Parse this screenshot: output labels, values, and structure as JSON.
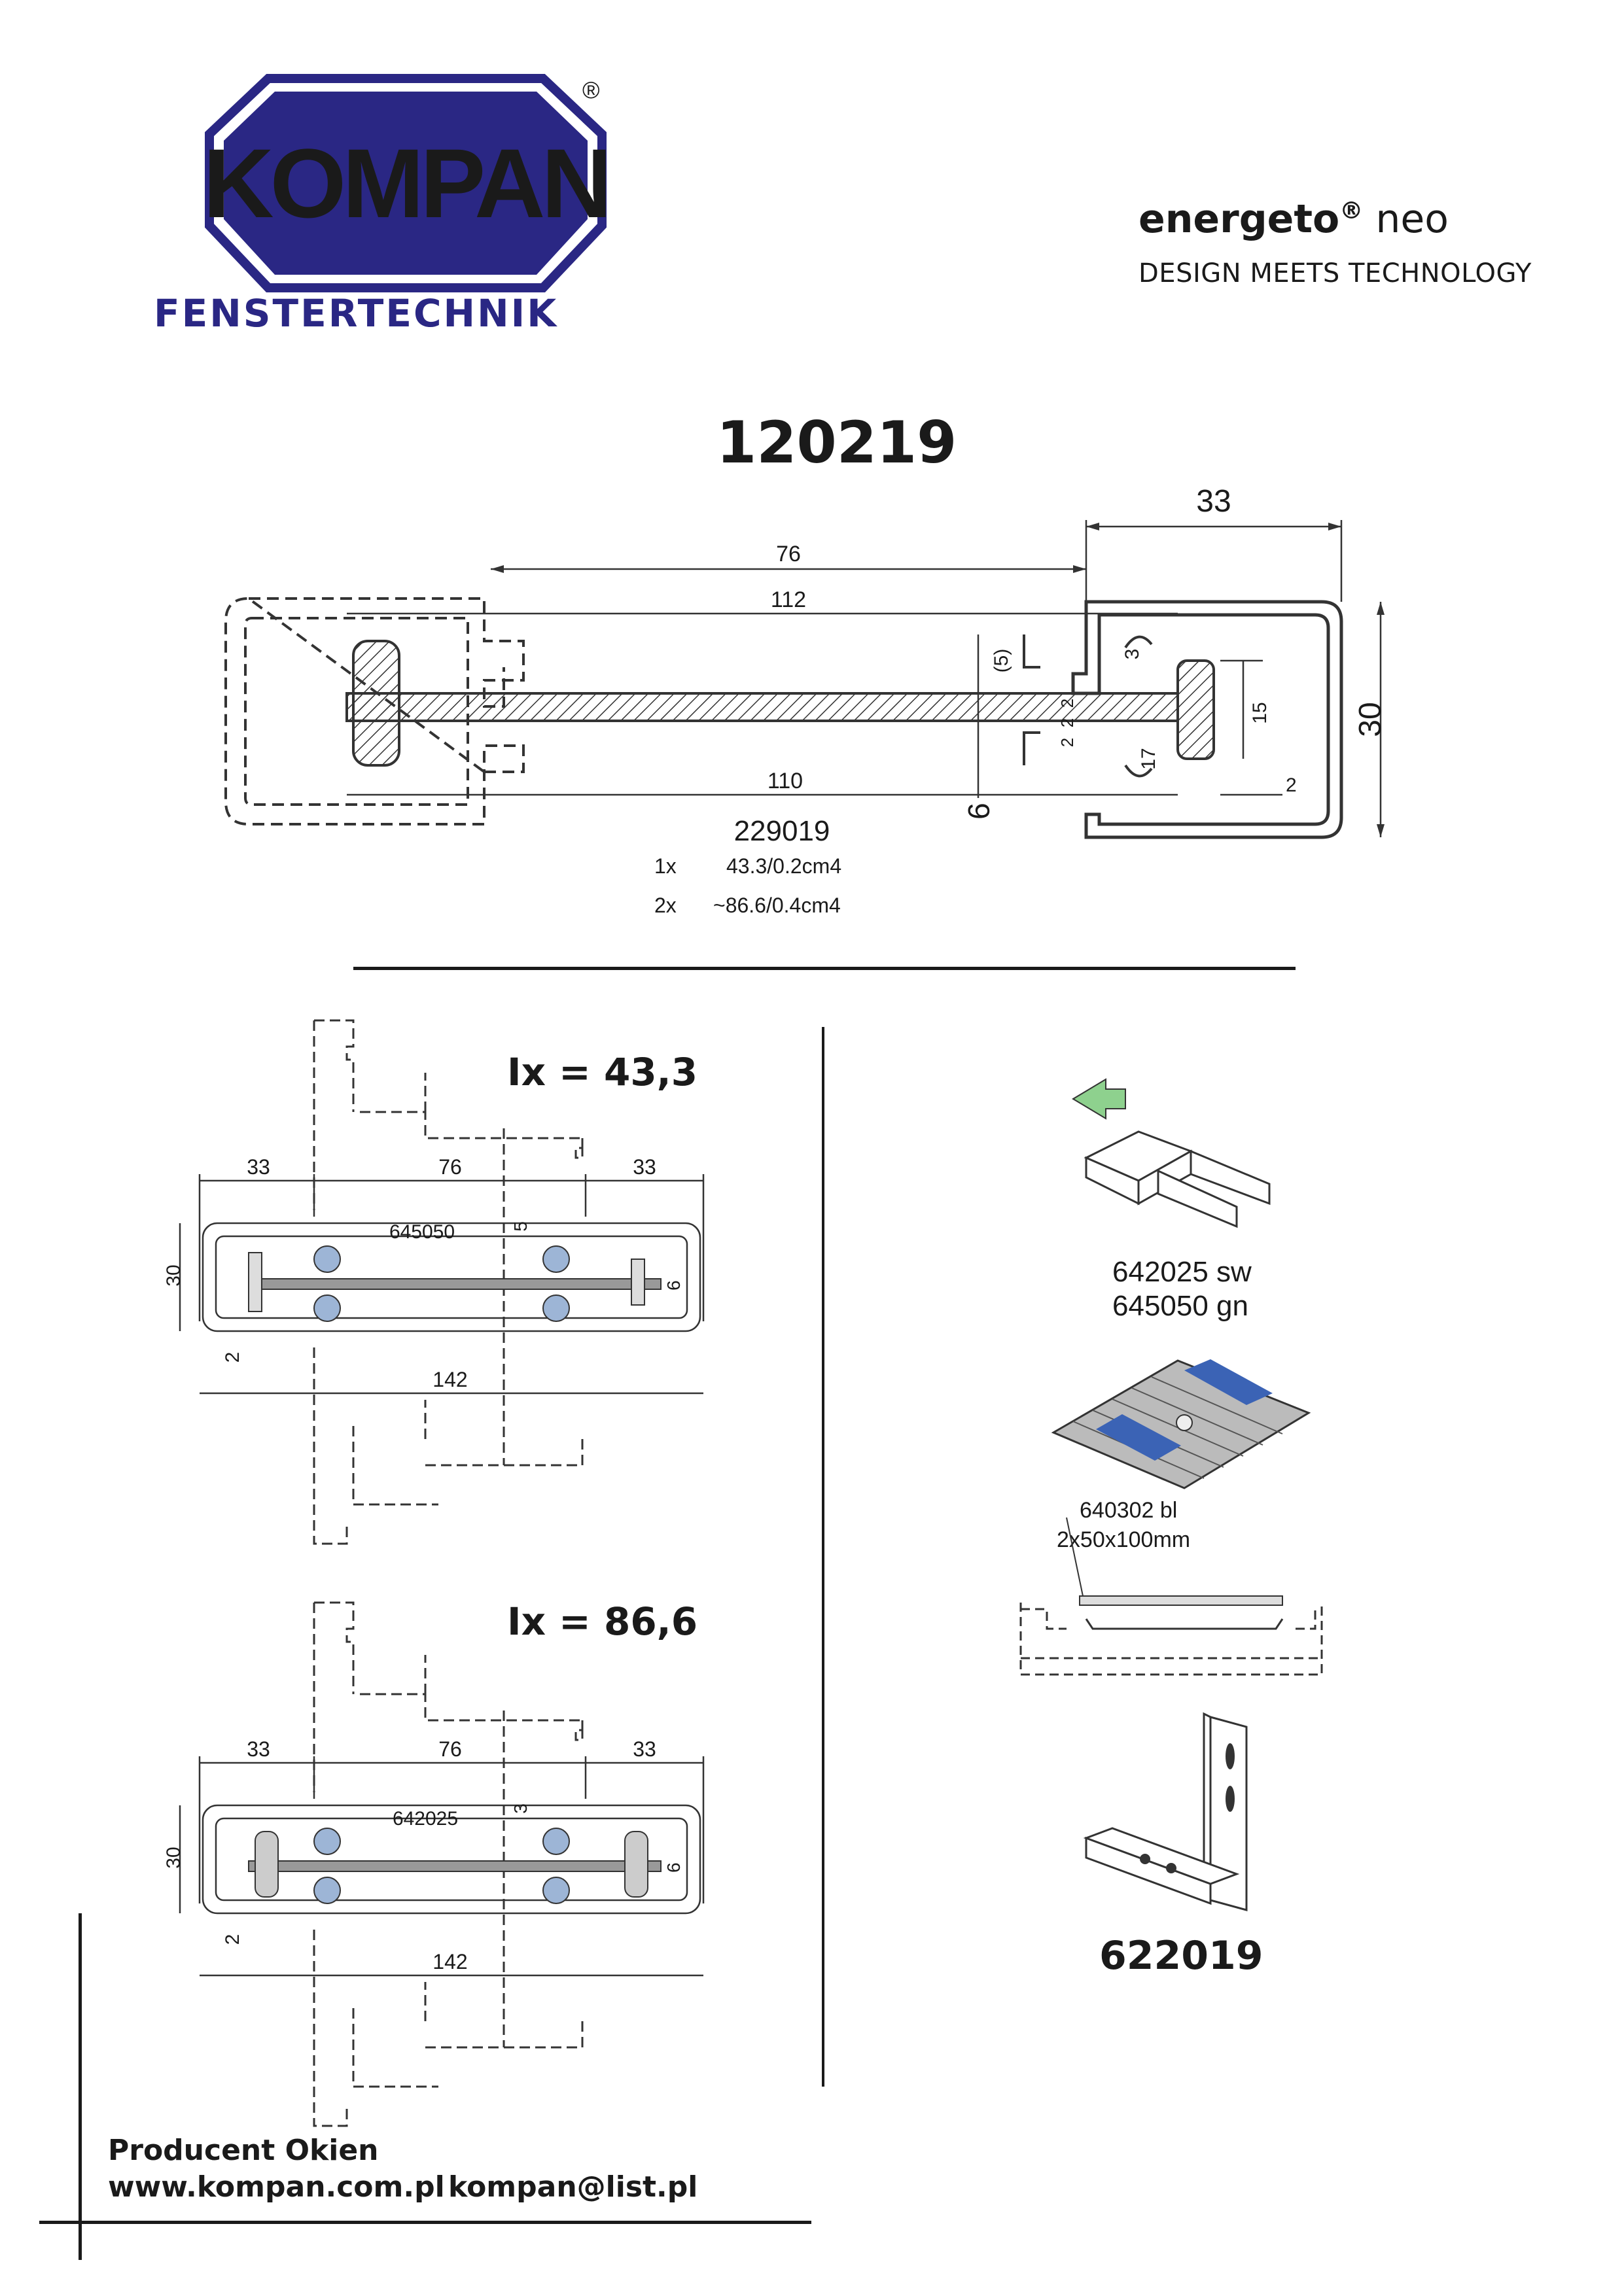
{
  "logo": {
    "wordmark": "KOMPAN",
    "registered": "®",
    "subline": "FENSTERTECHNIK",
    "color": "#2a2784"
  },
  "brand": {
    "name": "energeto",
    "mark": "®",
    "suffix": " neo",
    "tagline": "DESIGN MEETS TECHNOLOGY"
  },
  "profile": {
    "code": "120219",
    "dims": {
      "d33": "33",
      "d76": "76",
      "d112": "112",
      "d110": "110",
      "d30": "30",
      "d5p": "(5)",
      "d3": "3",
      "d15": "15",
      "d17": "17",
      "d2": "2",
      "d9": "9",
      "d2a": "2",
      "d2b": "2",
      "d2c": "2"
    },
    "reinforcement_code": "229019",
    "inertia": [
      {
        "qty": "1x",
        "value": "43.3/0.2cm4"
      },
      {
        "qty": "2x",
        "value": "~86.6/0.4cm4"
      }
    ]
  },
  "section1": {
    "lx": "Ix = 43,3",
    "dims": {
      "left": "33",
      "mid": "76",
      "right": "33",
      "height": "30",
      "total": "142",
      "small": "2",
      "nine": "9",
      "five": "5"
    },
    "part": "645050"
  },
  "section2": {
    "lx": "Ix = 86,6",
    "dims": {
      "left": "33",
      "mid": "76",
      "right": "33",
      "height": "30",
      "total": "142",
      "small": "2",
      "nine": "9",
      "three": "3"
    },
    "part": "642025"
  },
  "accessories": {
    "connector_codes": [
      "642025 sw",
      "645050 gn"
    ],
    "pad_code": "640302 bl",
    "pad_size": "2x50x100mm",
    "bracket_code": "622019"
  },
  "footer": {
    "line1": "Producent Okien",
    "website": "www.kompan.com.pl",
    "email": "kompan@list.pl"
  },
  "colors": {
    "logo_blue": "#2a2784",
    "pad_blue": "#3b63b5",
    "arrow_green": "#8ed18e"
  }
}
